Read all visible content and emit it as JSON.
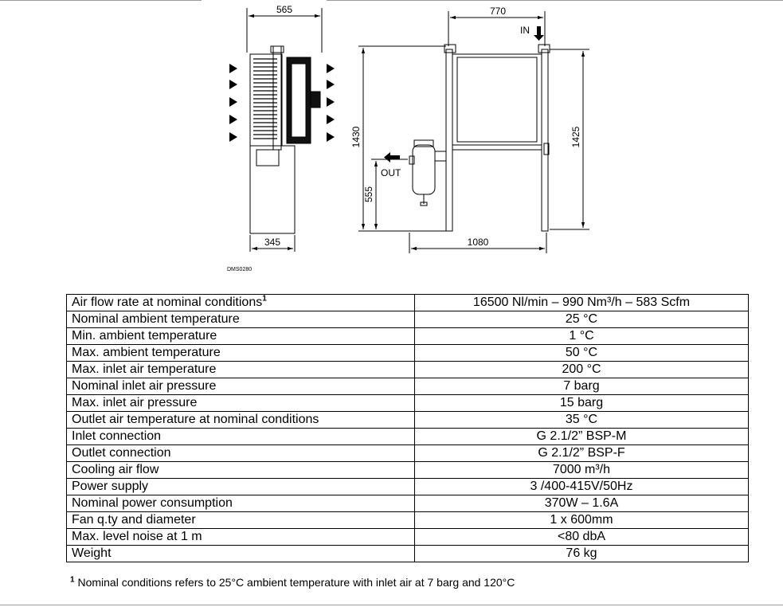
{
  "drawing": {
    "dim_left_width": "565",
    "dim_left_depth": "345",
    "dim_right_width": "770",
    "dim_total_height": "1430",
    "dim_lower_height": "555",
    "dim_right_height": "1425",
    "dim_base_length": "1080",
    "in_label": "IN",
    "out_label": "OUT",
    "drawing_code": "DMS0280"
  },
  "specs": [
    {
      "param": "Air flow rate at nominal conditions",
      "note": "1",
      "value": "16500 Nl/min – 990 Nm³/h – 583 Scfm"
    },
    {
      "param": "Nominal ambient temperature",
      "value": "25 °C"
    },
    {
      "param": "Min. ambient temperature",
      "value": "1 °C"
    },
    {
      "param": "Max. ambient temperature",
      "value": "50 °C"
    },
    {
      "param": "Max. inlet air temperature",
      "value": "200 °C"
    },
    {
      "param": "Nominal inlet air pressure",
      "value": "7 barg"
    },
    {
      "param": "Max. inlet air pressure",
      "value": "15 barg"
    },
    {
      "param": "Outlet air temperature at nominal conditions",
      "value": "35 °C"
    },
    {
      "param": "Inlet connection",
      "value": "G 2.1/2” BSP-M"
    },
    {
      "param": "Outlet connection",
      "value": "G 2.1/2” BSP-F"
    },
    {
      "param": "Cooling air flow",
      "value": "7000 m³/h"
    },
    {
      "param": "Power supply",
      "value": "3 /400-415V/50Hz"
    },
    {
      "param": "Nominal power consumption",
      "value": "370W – 1.6A"
    },
    {
      "param": "Fan q.ty and diameter",
      "value": "1 x 600mm"
    },
    {
      "param": "Max. level noise at 1 m",
      "value": "<80 dbA"
    },
    {
      "param": "Weight",
      "value": "76 kg"
    }
  ],
  "footnote": {
    "mark": "1",
    "text": " Nominal conditions refers to 25°C ambient temperature  with inlet air at 7 barg and 120°C"
  }
}
